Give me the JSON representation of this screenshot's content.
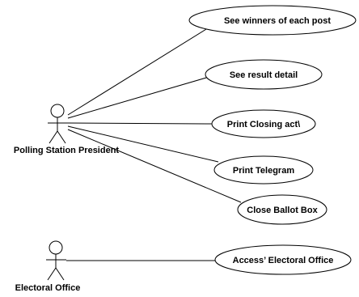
{
  "actors": [
    {
      "id": "president",
      "name": "Polling Station President"
    },
    {
      "id": "office",
      "name": "Electoral Office"
    }
  ],
  "use_cases": [
    {
      "id": "uc1",
      "label": "See winners of each post",
      "actor": "president"
    },
    {
      "id": "uc2",
      "label": "See result detail",
      "actor": "president"
    },
    {
      "id": "uc3",
      "label": "Print Closing act\\",
      "actor": "president"
    },
    {
      "id": "uc4",
      "label": "Print  Telegram",
      "actor": "president"
    },
    {
      "id": "uc5",
      "label": "Close Ballot Box",
      "actor": "president"
    },
    {
      "id": "uc6",
      "label": "Access’ Electoral Office",
      "actor": "office"
    }
  ]
}
